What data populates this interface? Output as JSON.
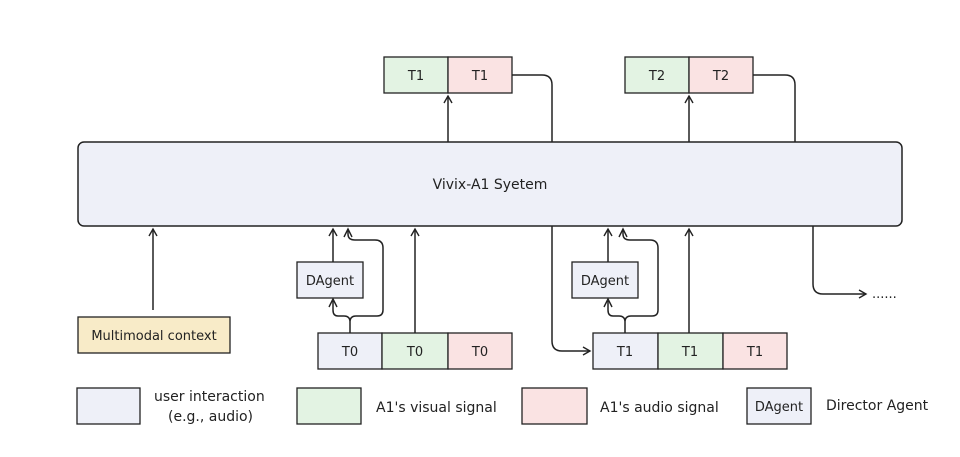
{
  "system": {
    "label": "Vivix-A1 Syetem"
  },
  "context": {
    "label": "Multimodal context"
  },
  "dagent_label": "DAgent",
  "tokens": {
    "out_t1_visual": "T1",
    "out_t1_audio": "T1",
    "out_t2_visual": "T2",
    "out_t2_audio": "T2",
    "in_t0_user": "T0",
    "in_t0_visual": "T0",
    "in_t0_audio": "T0",
    "in_t1_user": "T1",
    "in_t1_visual": "T1",
    "in_t1_audio": "T1"
  },
  "continuation": "......",
  "legend": {
    "user_line1": "user interaction",
    "user_line2": "(e.g., audio)",
    "visual": "A1's visual  signal",
    "audio": "A1's audio  signal",
    "dagent": "DAgent",
    "director": "Director Agent"
  },
  "colors": {
    "user": "#eef0f8",
    "visual": "#e3f3e3",
    "audio": "#fae3e3",
    "context": "#f8ebc8",
    "system": "#eef0f8",
    "stroke": "#222222"
  }
}
